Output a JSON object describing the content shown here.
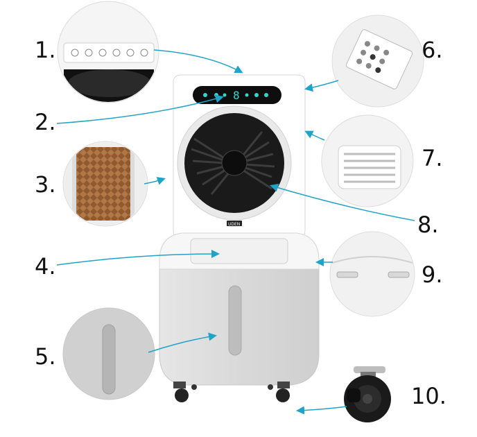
{
  "callouts": [
    {
      "number": "1.",
      "part": "control panel"
    },
    {
      "number": "2.",
      "part": "display"
    },
    {
      "number": "3.",
      "part": "cooling pad"
    },
    {
      "number": "4.",
      "part": "water tank lid"
    },
    {
      "number": "5.",
      "part": "water level window"
    },
    {
      "number": "6.",
      "part": "remote control"
    },
    {
      "number": "7.",
      "part": "air inlet grille"
    },
    {
      "number": "8.",
      "part": "fan"
    },
    {
      "number": "9.",
      "part": "side latches"
    },
    {
      "number": "10.",
      "part": "caster wheel"
    }
  ],
  "display": {
    "digit": "8"
  },
  "brand": "UDEN",
  "colors": {
    "arrow": "#1fa3c8",
    "panel": "#0e0e0e",
    "body": "#ffffff",
    "base": "#dcdcdc",
    "cooling_pad": "#a0683f"
  }
}
